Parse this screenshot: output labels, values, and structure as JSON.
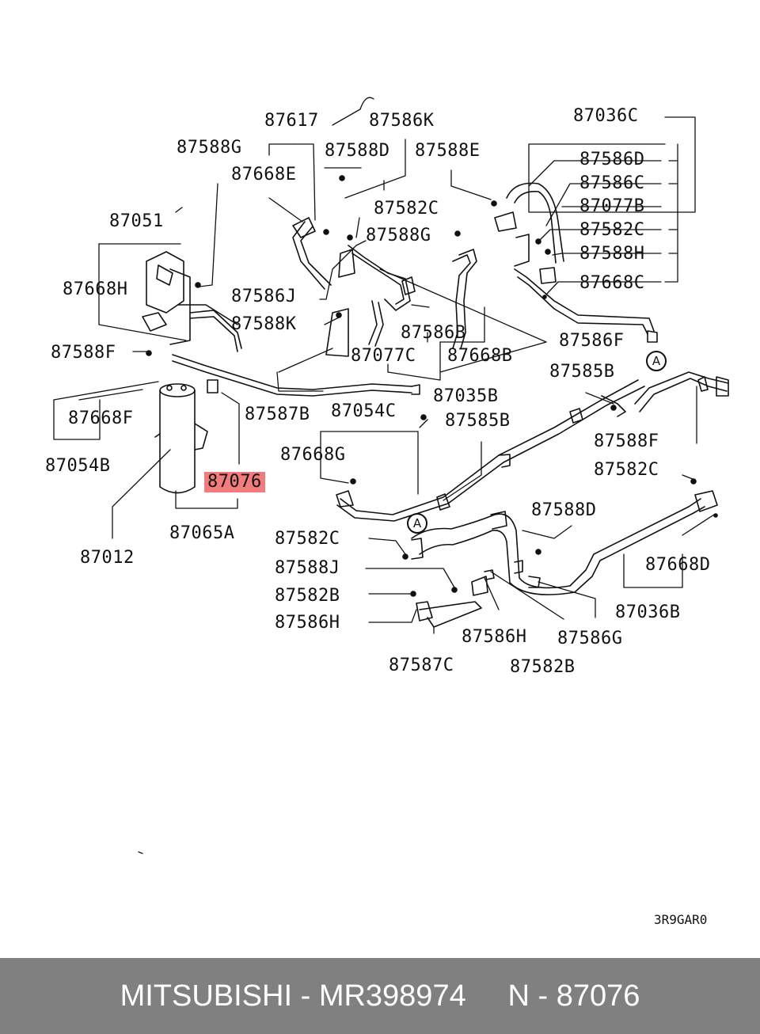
{
  "parts": {
    "p87617": "87617",
    "p87586K": "87586K",
    "p87036C": "87036C",
    "p87588G_a": "87588G",
    "p87588D_a": "87588D",
    "p87588E": "87588E",
    "p87668E": "87668E",
    "p87586D": "87586D",
    "p87586C": "87586C",
    "p87582C_a": "87582C",
    "p87077B": "87077B",
    "p87051": "87051",
    "p87588G_b": "87588G",
    "p87582C_b": "87582C",
    "p87588H": "87588H",
    "p87668H": "87668H",
    "p87668C": "87668C",
    "p87586J": "87586J",
    "p87588K": "87588K",
    "p87586B": "87586B",
    "p87586F": "87586F",
    "p87588F_a": "87588F",
    "p87077C": "87077C",
    "p87668B": "87668B",
    "p87585B_a": "87585B",
    "p87035B": "87035B",
    "p87668F": "87668F",
    "p87587B": "87587B",
    "p87054C": "87054C",
    "p87585B_b": "87585B",
    "p87588F_b": "87588F",
    "p87054B": "87054B",
    "p87668G": "87668G",
    "p87582C_c": "87582C",
    "p87076": "87076",
    "p87588D_b": "87588D",
    "p87065A": "87065A",
    "p87582C_d": "87582C",
    "p87012": "87012",
    "p87588J": "87588J",
    "p87668D": "87668D",
    "p87582B_a": "87582B",
    "p87036B": "87036B",
    "p87586H_a": "87586H",
    "p87586H_b": "87586H",
    "p87586G": "87586G",
    "p87587C": "87587C",
    "p87582B_b": "87582B"
  },
  "markers": {
    "a1": "A",
    "a2": "A"
  },
  "diagram_code": "3R9GAR0",
  "footer": {
    "brand": "MITSUBISHI",
    "sep1": " - ",
    "part_no": "MR398974",
    "gap": "     ",
    "ref_prefix": "N",
    "sep2": " - ",
    "ref": "87076"
  }
}
